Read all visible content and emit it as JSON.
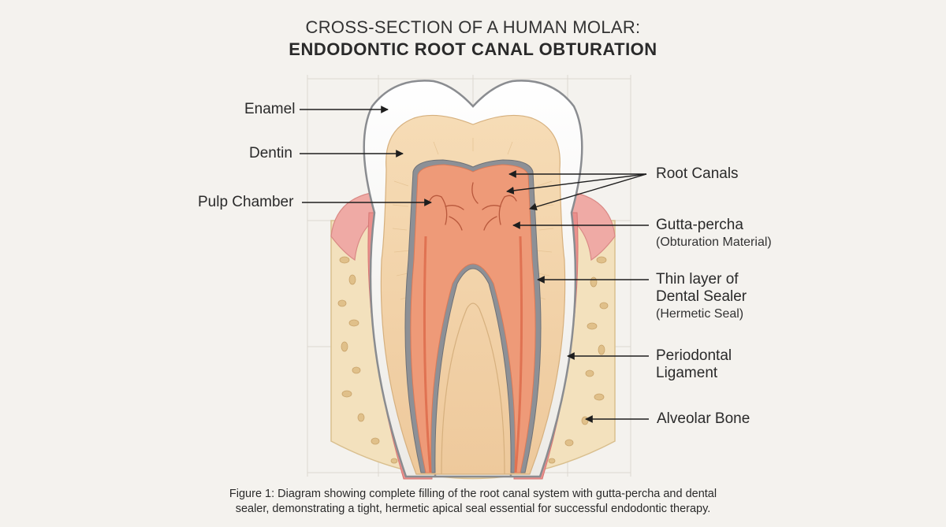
{
  "title": {
    "line1": "CROSS-SECTION OF A HUMAN MOLAR:",
    "line2": "ENDODONTIC ROOT CANAL OBTURATION"
  },
  "labels": {
    "enamel": "Enamel",
    "dentin": "Dentin",
    "pulp_chamber": "Pulp Chamber",
    "root_canals": "Root Canals",
    "gutta_percha": "Gutta-percha",
    "gutta_percha_sub": "(Obturation Material)",
    "sealer_line1": "Thin layer of",
    "sealer_line2": "Dental Sealer",
    "sealer_sub": "(Hermetic Seal)",
    "periodontal_line1": "Periodontal",
    "periodontal_line2": "Ligament",
    "alveolar_bone": "Alveolar Bone"
  },
  "caption": {
    "line1": "Figure 1: Diagram showing complete filling of the root canal system with gutta-percha and dental",
    "line2": "sealer, demonstrating a tight, hermetic apical seal essential for successful endodontic therapy."
  },
  "colors": {
    "background": "#f4f2ee",
    "enamel": "#fbfbfa",
    "dentin": "#f2d3aa",
    "pulp": "#ee9a78",
    "gutta_percha": "#e8825f",
    "sealer": "#8d9096",
    "gum": "#efaaa5",
    "bone": "#f3e1bd",
    "ligament": "#eb8f8c"
  }
}
